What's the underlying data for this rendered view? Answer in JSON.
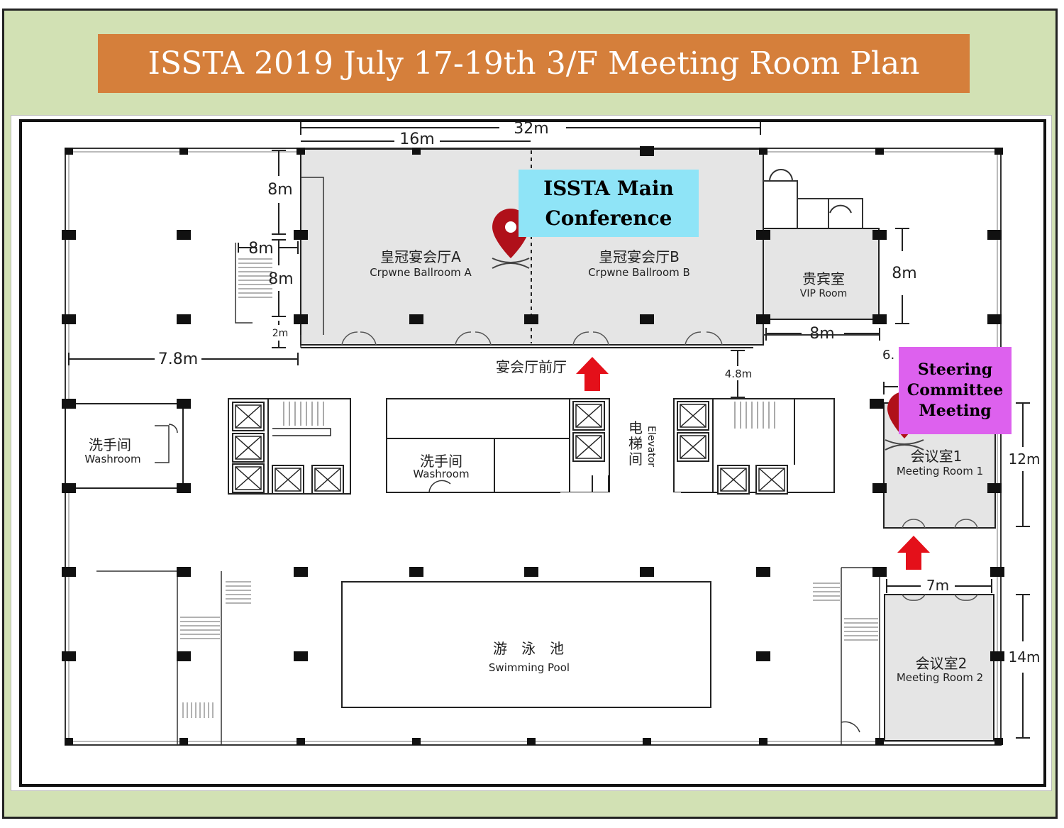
{
  "title": "ISSTA 2019 July 17-19th 3/F Meeting Room Plan",
  "callouts": {
    "main_conference": [
      "ISSTA Main",
      "Conference"
    ],
    "steering_committee": [
      "Steering",
      "Committee",
      "Meeting"
    ]
  },
  "rooms": {
    "ballroom_a": {
      "zh": "皇冠宴会厅A",
      "en": "Crpwne Ballroom A"
    },
    "ballroom_b": {
      "zh": "皇冠宴会厅B",
      "en": "Crpwne Ballroom B"
    },
    "vip_room": {
      "zh": "贵宾室",
      "en": "VIP Room"
    },
    "washroom_left": {
      "zh": "洗手间",
      "en": "Washroom"
    },
    "washroom_center": {
      "zh": "洗手间",
      "en": "Washroom"
    },
    "elevator": {
      "zh": "电梯间",
      "en": "Elevator"
    },
    "foyer": {
      "zh": "宴会厅前厅"
    },
    "meeting_room_1": {
      "zh": "会议室1",
      "en": "Meeting Room 1"
    },
    "meeting_room_2": {
      "zh": "会议室2",
      "en": "Meeting Room 2"
    },
    "swimming_pool": {
      "zh": "游　泳　池",
      "en": "Swimming Pool"
    }
  },
  "dimensions": {
    "total_width": "32m",
    "half_width": "16m",
    "left_top": "8m",
    "stair_width": "8m",
    "stair_depth": "8m",
    "small_gap": "2m",
    "left_span": "7.8m",
    "corridor": "4.8m",
    "vip_height": "8m",
    "vip_width": "8m",
    "partial": "6.",
    "room1_height": "12m",
    "room_width": "7m",
    "room2_height": "14m"
  },
  "colors": {
    "frame_bg": "#d2e1b4",
    "title_bg": "#d57f3b",
    "main_callout_bg": "#8fe4f7",
    "steering_callout_bg": "#dd61ee",
    "room_fill": "#e5e5e5",
    "pin": "#b0101a",
    "arrow": "#e4101a"
  },
  "icons": [
    "map-pin-icon",
    "up-arrow-icon",
    "elevator-icon"
  ]
}
